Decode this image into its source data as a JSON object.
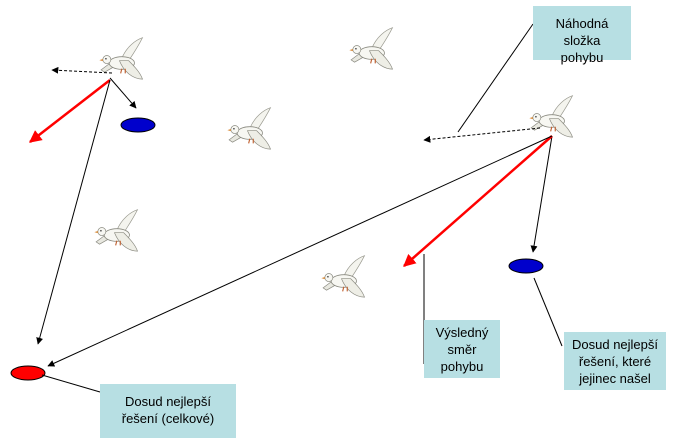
{
  "colors": {
    "box_fill": "#b7dfe3",
    "best_global": "#ff0000",
    "best_personal": "#0000cc",
    "velocity_arrow": "#ff0000",
    "line": "#000000"
  },
  "icons": {
    "bird": "dove-icon"
  },
  "labels": {
    "random_component": {
      "line1": "Náhodná složka",
      "line2": "pohybu"
    },
    "resulting_direction": {
      "line1": "Výsledný",
      "line2": "směr",
      "line3": "pohybu"
    },
    "personal_best": {
      "line1": "Dosud nejlepší",
      "line2": "řešení, které",
      "line3": "jejinec našel"
    },
    "global_best": {
      "line1": "Dosud nejlepší",
      "line2": "řešení (celkové)"
    }
  }
}
